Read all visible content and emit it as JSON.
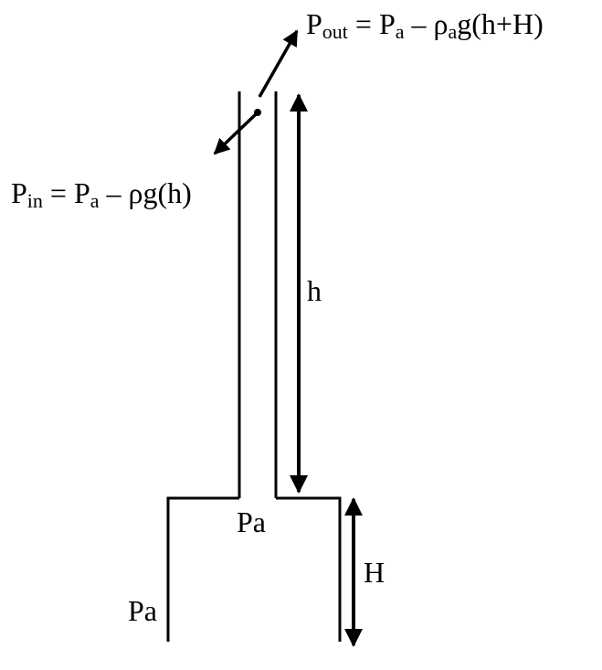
{
  "labels": {
    "p_out": {
      "main": "P",
      "sub": "out",
      "eq": " = P",
      "sub2": "a",
      "minus": " – ρ",
      "sub3": "a",
      "tail": "g(h+H)"
    },
    "p_in": {
      "main": "P",
      "sub": "in",
      "eq": " = P",
      "sub2": "a",
      "tail": " – ρg(h)"
    },
    "h": "h",
    "H": "H",
    "pa_inner": "Pa",
    "pa_outer": "Pa"
  },
  "colors": {
    "stroke": "#000000",
    "background": "#ffffff"
  }
}
